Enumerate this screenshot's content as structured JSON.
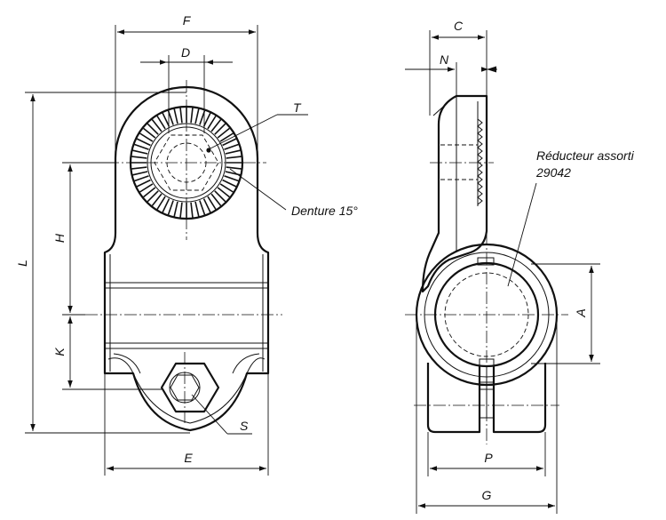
{
  "dimensions": {
    "F": "F",
    "D": "D",
    "T": "T",
    "H": "H",
    "L": "L",
    "K": "K",
    "S": "S",
    "E": "E",
    "C": "C",
    "N": "N",
    "A": "A",
    "P": "P",
    "G": "G"
  },
  "callouts": {
    "denture": "Denture 15°",
    "reducteur_line1": "Réducteur assorti",
    "reducteur_line2": "29042"
  }
}
